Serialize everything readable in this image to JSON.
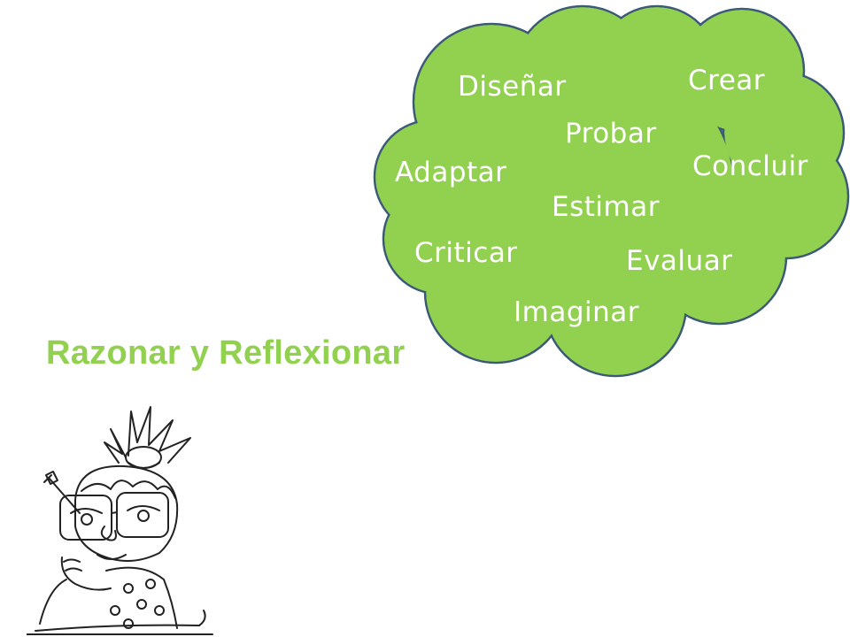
{
  "colors": {
    "cloud_fill": "#92d050",
    "cloud_stroke": "#3b5a78",
    "word_color": "#ffffff",
    "title_color": "#92d050"
  },
  "cloud_words": [
    "Diseñar",
    "Crear",
    "Probar",
    "Adaptar",
    "Concluir",
    "Estimar",
    "Criticar",
    "Evaluar",
    "Imaginar"
  ],
  "title": "Razonar y Reflexionar",
  "illustration": "thinking-girl-with-glasses"
}
